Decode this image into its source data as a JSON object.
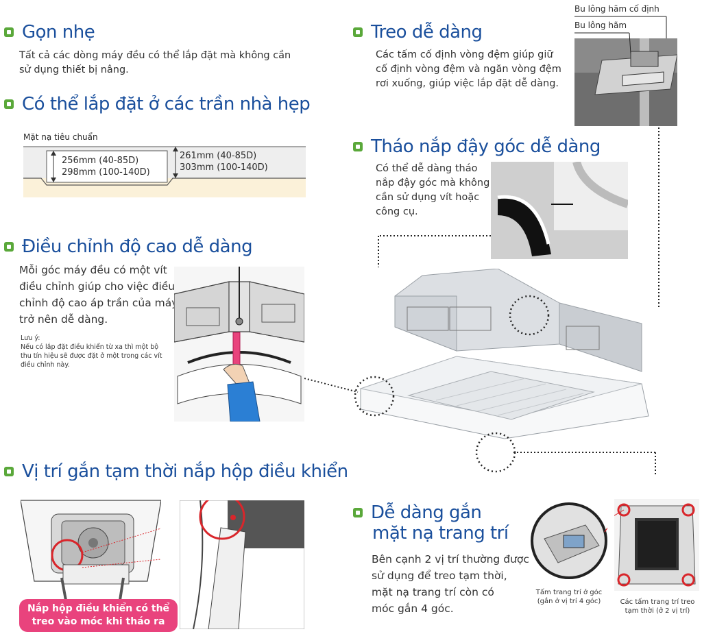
{
  "sections": {
    "compact": {
      "title": "Gọn nhẹ",
      "desc": [
        "Tất cả các dòng máy đều có thể lắp đặt mà không cần",
        "sử dụng thiết bị nâng."
      ]
    },
    "narrow_ceiling": {
      "title": "Có thể lắp đặt ở các trần nhà hẹp",
      "panel_label": "Mặt nạ tiêu chuẩn",
      "dim_inner_1": "256mm (40-85D)",
      "dim_inner_2": "298mm (100-140D)",
      "dim_outer_1": "261mm (40-85D)",
      "dim_outer_2": "303mm (100-140D)"
    },
    "height_adjust": {
      "title": "Điều chỉnh độ cao dễ dàng",
      "desc": [
        "Mỗi góc máy đều có một vít",
        "điều chỉnh giúp cho việc điều",
        "chỉnh độ cao áp trần của máy",
        "trở nên dễ dàng."
      ],
      "note_title": "Lưu ý:",
      "note": [
        "Nếu có lắp đặt điều khiển từ xa thì một bộ",
        "thu tín hiệu sẽ được đặt ở một trong các vít",
        "điều chỉnh này."
      ]
    },
    "control_box": {
      "title": "Vị trí gắn tạm thời nắp hộp điều khiển",
      "tag": [
        "Nắp hộp điều khiển có thể",
        "treo vào móc khi tháo ra"
      ]
    },
    "easy_hang": {
      "title": "Treo dễ dàng",
      "desc": [
        "Các tấm cố định vòng đệm giúp giữ",
        "cố định vòng đệm và ngăn vòng đệm",
        "rơi xuống, giúp việc lắp đặt dễ dàng."
      ],
      "label_fixed_bolt": "Bu lông hãm cố định",
      "label_bolt": "Bu lông hãm"
    },
    "corner_cover": {
      "title": "Tháo nắp đậy góc dễ dàng",
      "desc": [
        "Có thể dễ dàng tháo",
        "nắp đậy góc mà không",
        "cần sử dụng vít hoặc",
        "công cụ."
      ]
    },
    "decor_panel": {
      "title_lines": [
        "Dễ dàng gắn",
        "mặt nạ trang trí"
      ],
      "desc": [
        "Bên cạnh 2 vị trí thường được",
        "sử dụng để treo tạm thời,",
        "mặt nạ trang trí còn có",
        "móc gắn 4 góc."
      ],
      "caption_left": [
        "Tấm trang trí ở góc",
        "(gắn ở vị trí 4 góc)"
      ],
      "caption_right": [
        "Các tấm trang trí treo",
        "tạm thời (ở 2 vị trí)"
      ]
    }
  },
  "colors": {
    "heading": "#1a4f9c",
    "bullet": "#5aa83a",
    "accent_pink": "#e9437d",
    "highlight_red": "#d9262b"
  },
  "icons": [
    "bullet-square-icon"
  ]
}
